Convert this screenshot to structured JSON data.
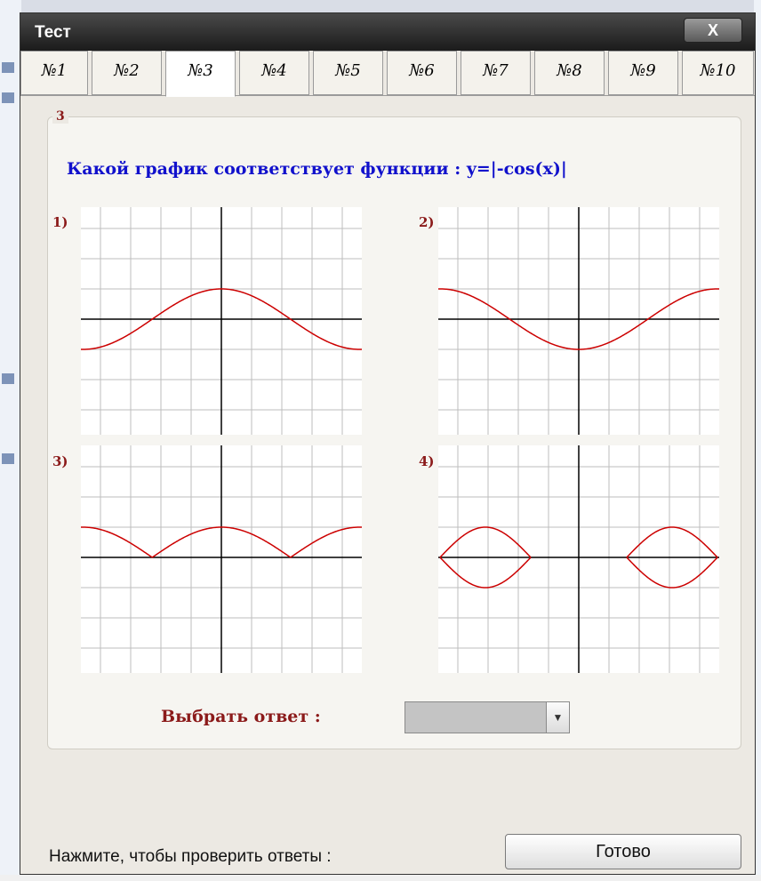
{
  "window": {
    "title": "Тест",
    "close_label": "X"
  },
  "tabs": [
    {
      "label": "№1"
    },
    {
      "label": "№2"
    },
    {
      "label": "№3",
      "active": true
    },
    {
      "label": "№4"
    },
    {
      "label": "№5"
    },
    {
      "label": "№6"
    },
    {
      "label": "№7"
    },
    {
      "label": "№8"
    },
    {
      "label": "№9"
    },
    {
      "label": "№10"
    }
  ],
  "question": {
    "number": "3",
    "text": "Какой график соответствует функции :  y=|-cos(x)|"
  },
  "options": [
    {
      "label": "1)",
      "curve": "cos"
    },
    {
      "label": "2)",
      "curve": "-cos"
    },
    {
      "label": "3)",
      "curve": "|cos|"
    },
    {
      "label": "4)",
      "curve": "±|sin|"
    }
  ],
  "answer": {
    "label": "Выбрать ответ :",
    "selected": ""
  },
  "footer": {
    "prompt": "Нажмите, чтобы проверить ответы :",
    "button_label": "Готово"
  },
  "colors": {
    "curve": "#cc0000",
    "question": "#1111cc",
    "labels": "#8b1a1a"
  },
  "icons": {
    "combo": "chevron-down-icon",
    "close": "close-icon"
  }
}
